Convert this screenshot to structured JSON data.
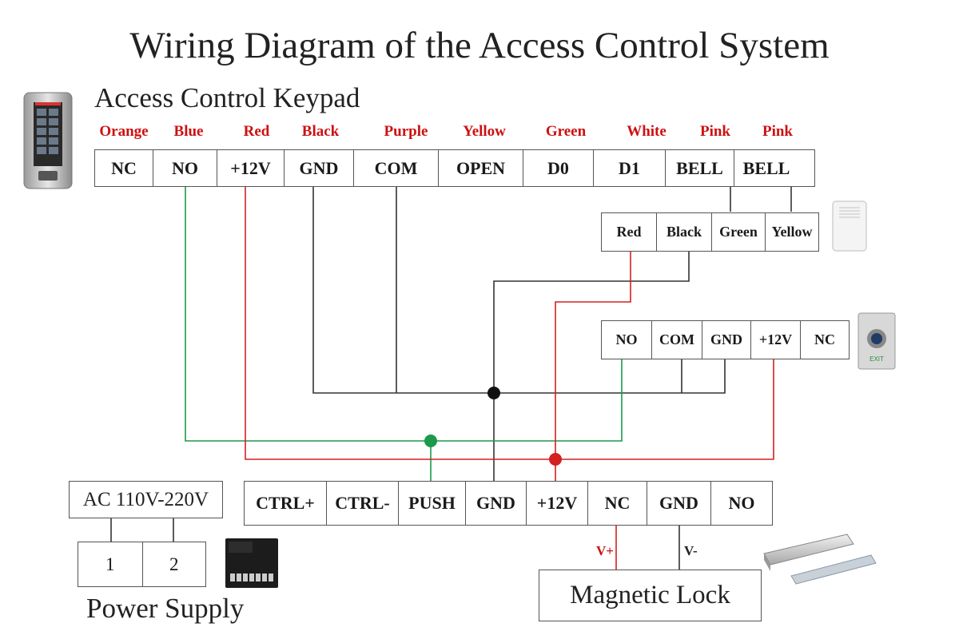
{
  "title": "Wiring Diagram of the Access Control System",
  "keypad": {
    "label": "Access Control Keypad",
    "wire_colors": [
      "Orange",
      "Blue",
      "Red",
      "Black",
      "Purple",
      "Yellow",
      "Green",
      "White",
      "Pink",
      "Pink"
    ],
    "terminals": [
      "NC",
      "NO",
      "+12V",
      "GND",
      "COM",
      "OPEN",
      "D0",
      "D1",
      "BELL",
      "BELL"
    ]
  },
  "doorbell": {
    "terminals": [
      "Red",
      "Black",
      "Green",
      "Yellow"
    ]
  },
  "exit_button": {
    "terminals": [
      "NO",
      "COM",
      "GND",
      "+12V",
      "NC"
    ],
    "icon_text": "EXIT"
  },
  "controller": {
    "terminals": [
      "CTRL+",
      "CTRL-",
      "PUSH",
      "GND",
      "+12V",
      "NC",
      "GND",
      "NO"
    ]
  },
  "power_supply": {
    "input": "AC 110V-220V",
    "terminals": [
      "1",
      "2"
    ],
    "label": "Power Supply"
  },
  "lock": {
    "label": "Magnetic Lock",
    "v_plus": "V+",
    "v_minus": "V-"
  },
  "colors": {
    "green_wire": "#1a9a4a",
    "red_wire": "#d42020",
    "black_wire": "#222222",
    "label_red": "#cc1111"
  }
}
